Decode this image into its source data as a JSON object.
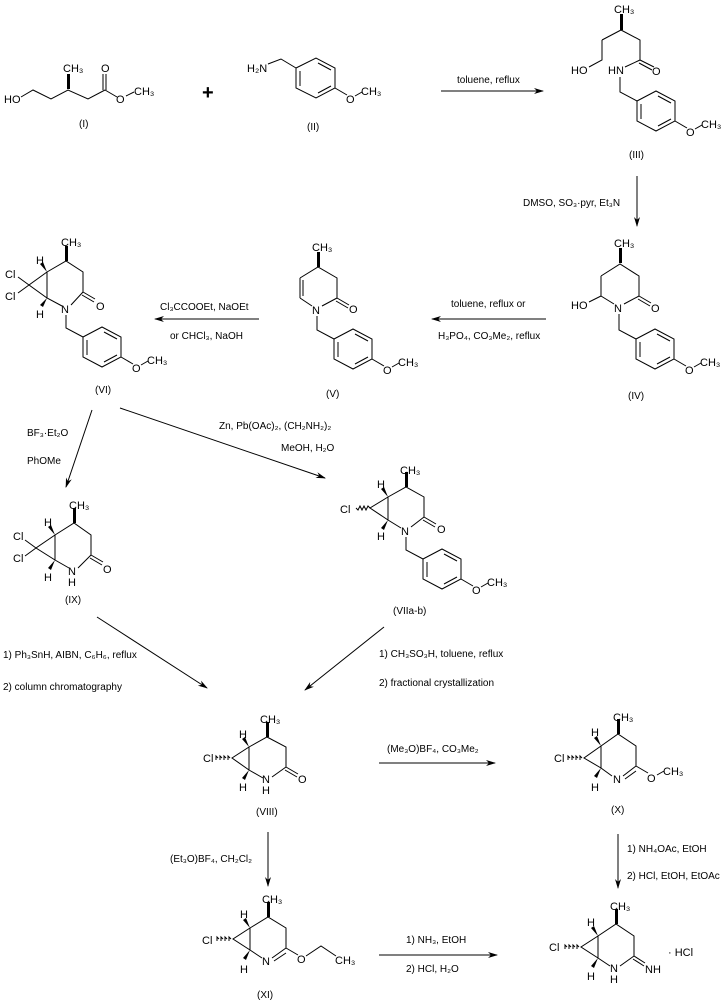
{
  "title": "Synthesis scheme of 7-chloro-5-methyl-2-azabicyclo[4.1.0]heptan-3-imine hydrochloride",
  "compounds": {
    "I": {
      "label": "(I)"
    },
    "II": {
      "label": "(II)"
    },
    "III": {
      "label": "(III)"
    },
    "IV": {
      "label": "(IV)"
    },
    "V": {
      "label": "(V)"
    },
    "VI": {
      "label": "(VI)"
    },
    "VIIab": {
      "label": "(VIIa-b)"
    },
    "VIII": {
      "label": "(VIII)"
    },
    "IX": {
      "label": "(IX)"
    },
    "X": {
      "label": "(X)"
    },
    "XI": {
      "label": "(XI)"
    },
    "final": {
      "label": "",
      "salt": "· HCl"
    }
  },
  "plus": "+",
  "conditions": {
    "step1": [
      "toluene, reflux"
    ],
    "step2": [
      "DMSO, SO₃·pyr, Et₃N"
    ],
    "step3": [
      "toluene, reflux  or",
      "H₃PO₄, CO₃Me₂, reflux"
    ],
    "step4": [
      "Cl₃CCOOEt, NaOEt",
      "or CHCl₃, NaOH"
    ],
    "step5a": [
      "BF₃·Et₂O",
      "PhOMe"
    ],
    "step5b": [
      "Zn, Pb(OAc)₂, (CH₂NH₂)₂",
      "MeOH, H₂O"
    ],
    "step6a": [
      "1) Ph₃SnH, AIBN, C₆H₆, reflux",
      "2) column chromatography"
    ],
    "step6b": [
      "1) CH₃SO₃H, toluene, reflux",
      "2) fractional crystallization"
    ],
    "step7a": [
      "(Me₃O)BF₄, CO₃Me₂"
    ],
    "step7b": [
      "(Et₃O)BF₄, CH₂Cl₂"
    ],
    "step8a": [
      "1) NH₄OAc, EtOH",
      "2) HCl, EtOH, EtOAc"
    ],
    "step8b": [
      "1) NH₃, EtOH",
      "2) HCl, H₂O"
    ]
  },
  "atoms": {
    "HO": "HO",
    "O": "O",
    "CH3": "CH₃",
    "N": "N",
    "HN": "HN",
    "H2N": "H₂N",
    "H": "H",
    "Cl": "Cl",
    "NH": "NH"
  }
}
